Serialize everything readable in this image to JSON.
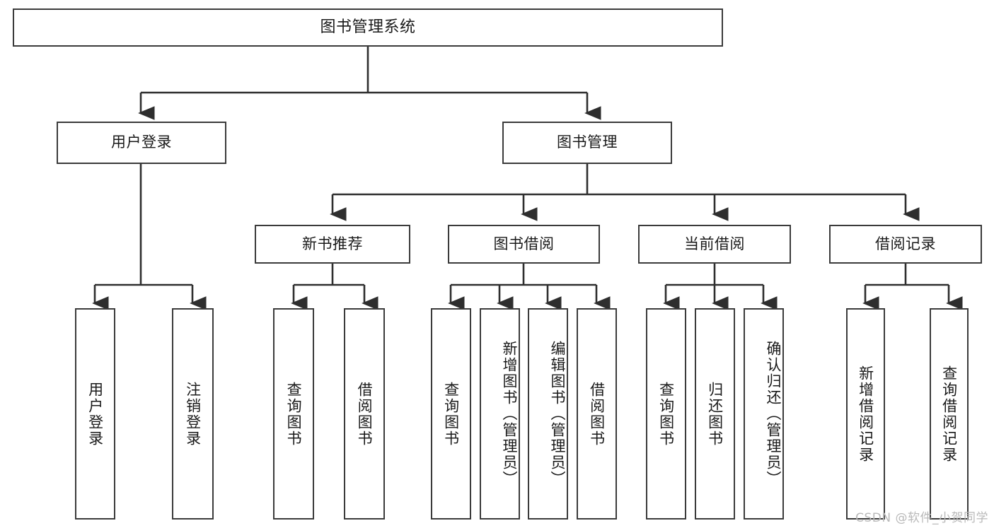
{
  "diagram": {
    "type": "hierarchy-tree",
    "title": "图书管理系统",
    "watermark": "CSDN @软件_小贺同学",
    "colors": {
      "background": "#ffffff",
      "box_border": "#3b3b3b",
      "box_fill": "#ffffff",
      "text": "#1a1a1a",
      "connector": "#2e2e2e",
      "watermark": "#b9b9b9"
    },
    "levels": {
      "root": {
        "label": "图书管理系统"
      },
      "level2": [
        {
          "label": "用户登录"
        },
        {
          "label": "图书管理"
        }
      ],
      "level3": [
        {
          "label": "新书推荐"
        },
        {
          "label": "图书借阅"
        },
        {
          "label": "当前借阅"
        },
        {
          "label": "借阅记录"
        }
      ],
      "leaves": {
        "user_login": [
          {
            "label": "用户登录"
          },
          {
            "label": "注销登录"
          }
        ],
        "new_book_recommend": [
          {
            "label": "查询图书"
          },
          {
            "label": "借阅图书"
          }
        ],
        "book_borrow": [
          {
            "label": "查询图书"
          },
          {
            "label": "新增图书（管理员）"
          },
          {
            "label": "编辑图书（管理员）"
          },
          {
            "label": "借阅图书"
          }
        ],
        "current_borrow": [
          {
            "label": "查询图书"
          },
          {
            "label": "归还图书"
          },
          {
            "label": "确认归还（管理员）"
          }
        ],
        "borrow_records": [
          {
            "label": "新增借阅记录"
          },
          {
            "label": "查询借阅记录"
          }
        ]
      }
    }
  }
}
